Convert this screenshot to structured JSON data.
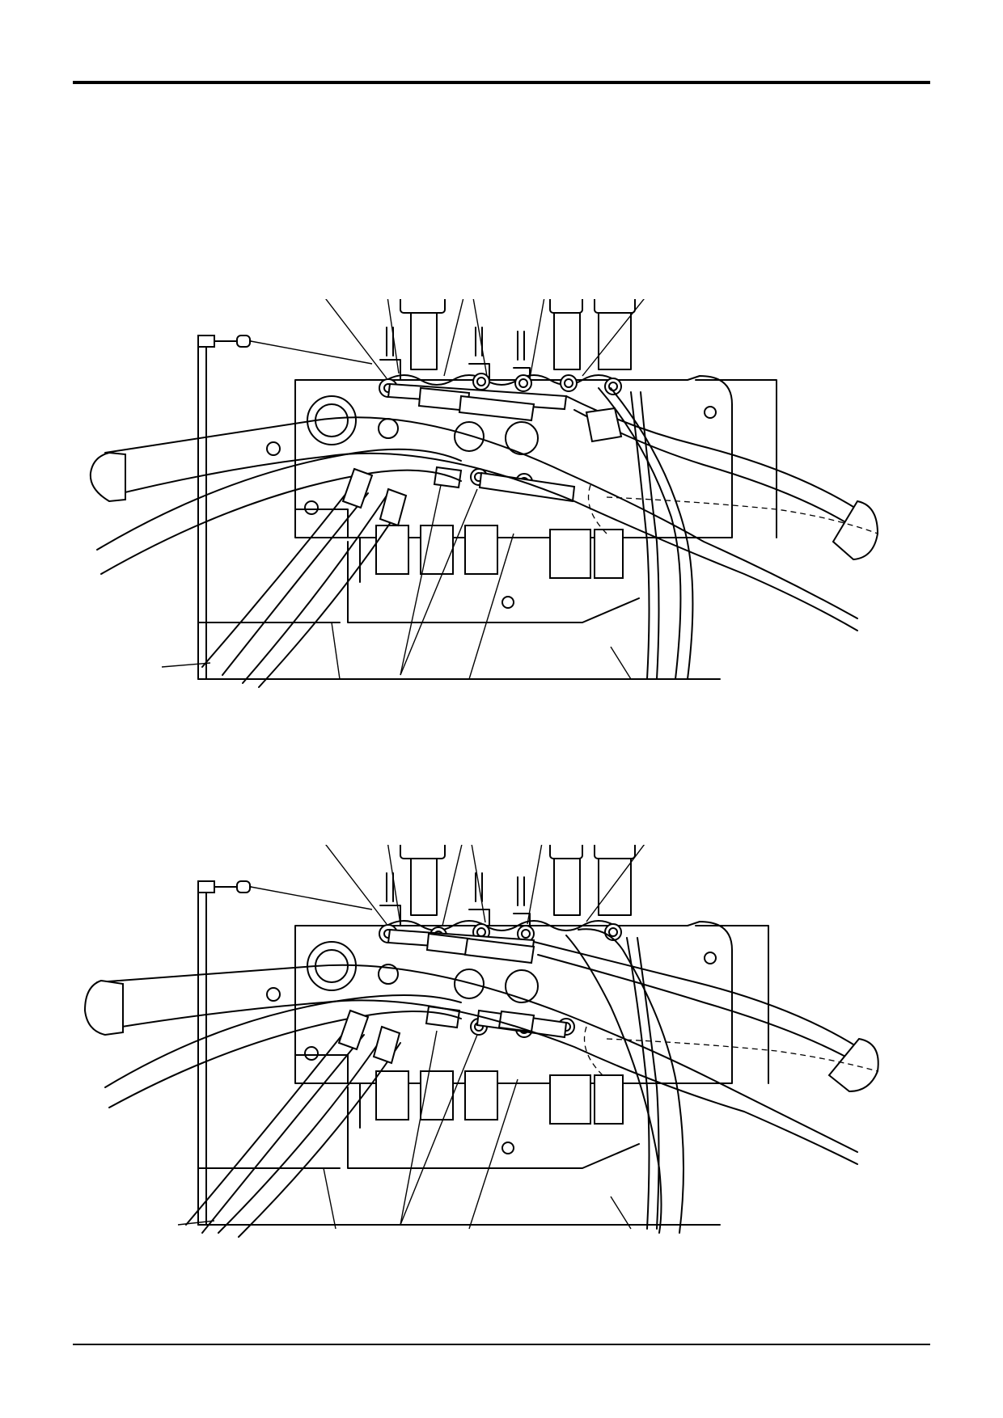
{
  "page": {
    "figures": [
      {
        "id": "figure-1",
        "subject": "valve-block-hose-connections"
      },
      {
        "id": "figure-2",
        "subject": "valve-block-hose-connections"
      }
    ]
  }
}
